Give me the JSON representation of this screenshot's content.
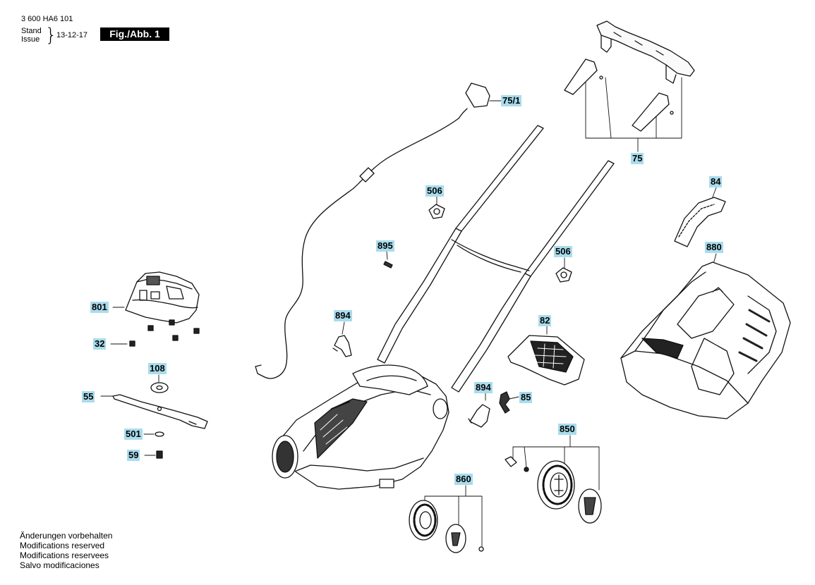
{
  "header": {
    "part_number": "3 600 HA6 101",
    "stand_label": "Stand",
    "issue_label": "Issue",
    "date": "13-12-17",
    "figure_label": "Fig./Abb. 1"
  },
  "callouts": {
    "c751": "75/1",
    "c75": "75",
    "c84": "84",
    "c880": "880",
    "c506a": "506",
    "c506b": "506",
    "c895": "895",
    "c801": "801",
    "c32": "32",
    "c894a": "894",
    "c894b": "894",
    "c82": "82",
    "c85": "85",
    "c108": "108",
    "c55": "55",
    "c501": "501",
    "c59": "59",
    "c850": "850",
    "c860": "860"
  },
  "footer": {
    "line1": "Änderungen vorbehalten",
    "line2": "Modifications reserved",
    "line3": "Modifications reservees",
    "line4": "Salvo modificaciones"
  }
}
